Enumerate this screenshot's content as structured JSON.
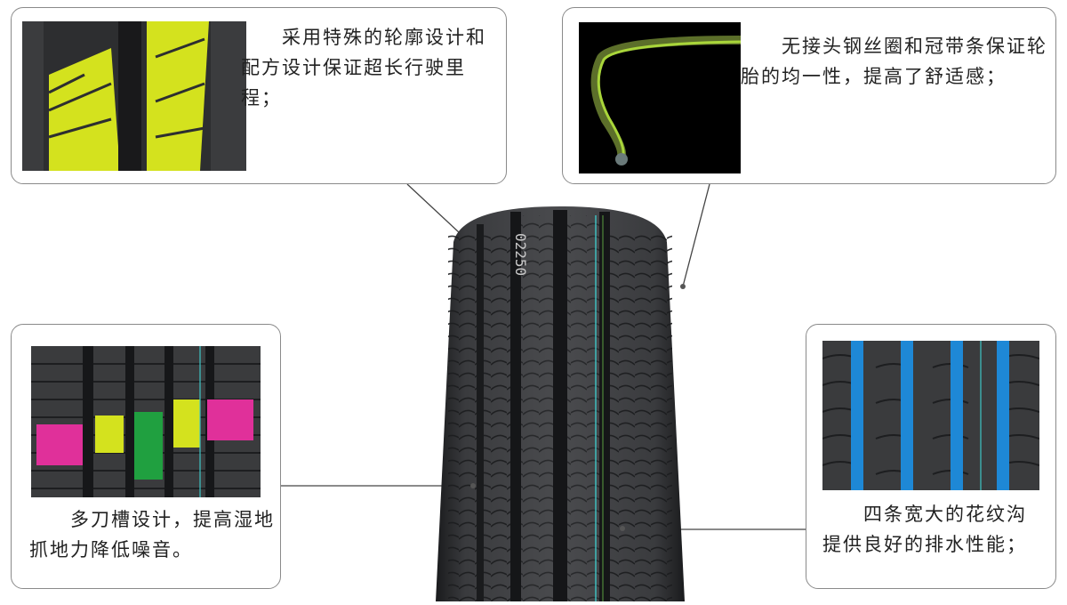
{
  "colors": {
    "tread_dark": "#2a2b2d",
    "tread_mid": "#3d3e40",
    "highlight_yellow": "#d4e21e",
    "highlight_magenta": "#e0309a",
    "highlight_green": "#20a040",
    "highlight_blue": "#1e88d6",
    "stripe_cyan": "#3ec6c6",
    "stripe_green": "#6cc04a",
    "border_gray": "#8a8a8a"
  },
  "callouts": {
    "profile": {
      "text": "　　采用特殊的轮廓设计和配方设计保证超长行驶里程；"
    },
    "bead": {
      "text": "　　无接头钢丝圈和冠带条保证轮胎的均一性，提高了舒适感；"
    },
    "sipes": {
      "text": "　　多刀槽设计，提高湿地抓地力降低噪音。"
    },
    "grooves": {
      "text": "　　四条宽大的花纹沟提供良好的排水性能；"
    }
  },
  "tire": {
    "sidewall_text": "02250"
  }
}
